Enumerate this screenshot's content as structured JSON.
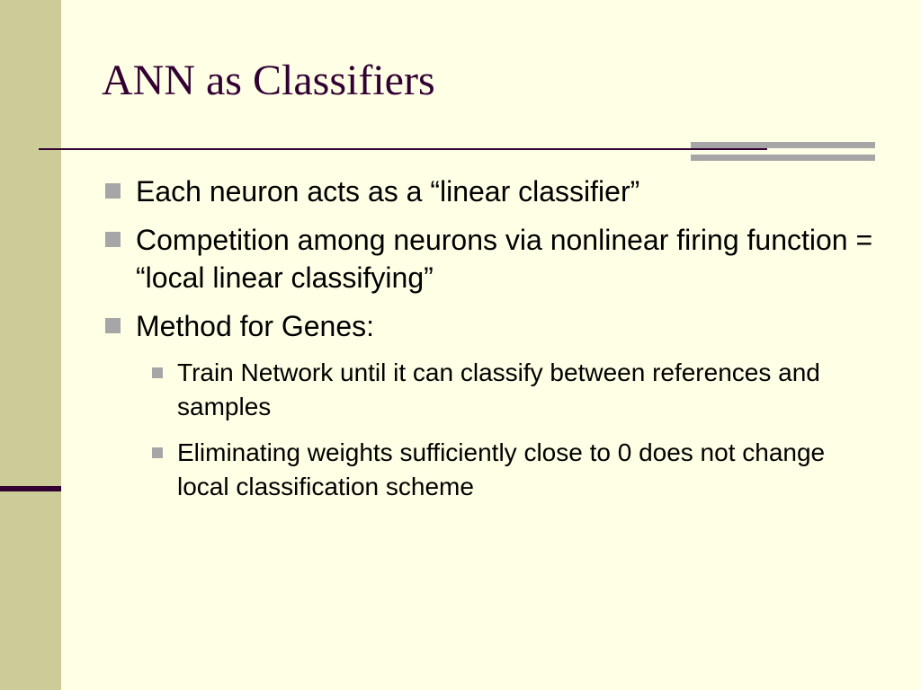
{
  "slide": {
    "title": "ANN as Classifiers",
    "colors": {
      "background": "#FFFFE5",
      "sidebar": "#CCCC99",
      "accent": "#330033",
      "bullet": "#A6A6A6"
    },
    "bullets": [
      {
        "text": "Each neuron acts as a “linear classifier”"
      },
      {
        "text": "Competition among neurons via nonlinear firing function = “local linear classifying”"
      },
      {
        "text": "Method for Genes:",
        "sub": [
          {
            "text": "Train Network until it can classify between references and samples"
          },
          {
            "text": "Eliminating weights sufficiently close to 0 does not change local classification scheme"
          }
        ]
      }
    ]
  }
}
